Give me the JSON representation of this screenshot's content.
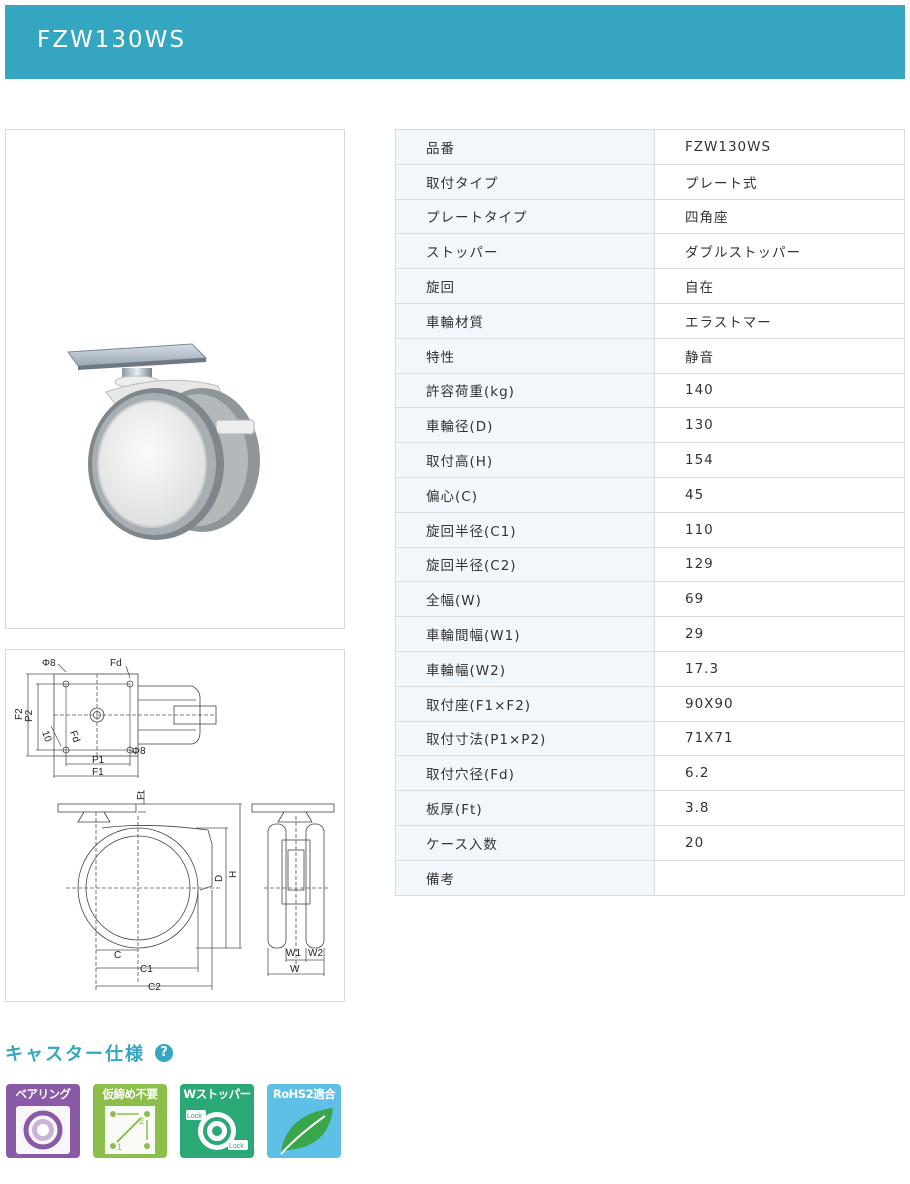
{
  "header": {
    "title": "FZW130WS"
  },
  "specs": [
    {
      "key": "品番",
      "value": "FZW130WS"
    },
    {
      "key": "取付タイプ",
      "value": "プレート式"
    },
    {
      "key": "プレートタイプ",
      "value": "四角座"
    },
    {
      "key": "ストッパー",
      "value": "ダブルストッパー"
    },
    {
      "key": "旋回",
      "value": "自在"
    },
    {
      "key": "車輪材質",
      "value": "エラストマー"
    },
    {
      "key": "特性",
      "value": "静音"
    },
    {
      "key": "許容荷重(kg)",
      "value": "140"
    },
    {
      "key": "車輪径(D)",
      "value": "130"
    },
    {
      "key": "取付高(H)",
      "value": "154"
    },
    {
      "key": "偏心(C)",
      "value": "45"
    },
    {
      "key": "旋回半径(C1)",
      "value": "110"
    },
    {
      "key": "旋回半径(C2)",
      "value": "129"
    },
    {
      "key": "全幅(W)",
      "value": "69"
    },
    {
      "key": "車輪間幅(W1)",
      "value": "29"
    },
    {
      "key": "車輪幅(W2)",
      "value": "17.3"
    },
    {
      "key": "取付座(F1×F2)",
      "value": "90X90"
    },
    {
      "key": "取付寸法(P1×P2)",
      "value": "71X71"
    },
    {
      "key": "取付穴径(Fd)",
      "value": "6.2"
    },
    {
      "key": "板厚(Ft)",
      "value": "3.8"
    },
    {
      "key": "ケース入数",
      "value": "20"
    },
    {
      "key": "備考",
      "value": ""
    }
  ],
  "drawing": {
    "labels": {
      "phi_top": "Φ8",
      "fd": "Fd",
      "phi_bottom": "Φ8",
      "p2": "P2",
      "f2": "F2",
      "ten": "10",
      "fd_small": "Fd",
      "p1": "P1",
      "f1": "F1",
      "ft": "Ft",
      "d": "D",
      "h": "H",
      "c": "C",
      "c1": "C1",
      "c2": "C2",
      "w1": "W1",
      "w2": "W2",
      "w": "W"
    }
  },
  "section": {
    "title": "キャスター仕様",
    "help": "?"
  },
  "badges": [
    {
      "label": "ベアリング",
      "color": "#8a5aa6"
    },
    {
      "label": "仮締め不要",
      "color": "#8cbf4a",
      "marks": [
        "1",
        "2"
      ]
    },
    {
      "label": "Wストッパー",
      "color": "#2aa876",
      "marks": [
        "Lock",
        "Lock"
      ]
    },
    {
      "label": "RoHS2適合",
      "color": "#5ec0e6"
    }
  ]
}
